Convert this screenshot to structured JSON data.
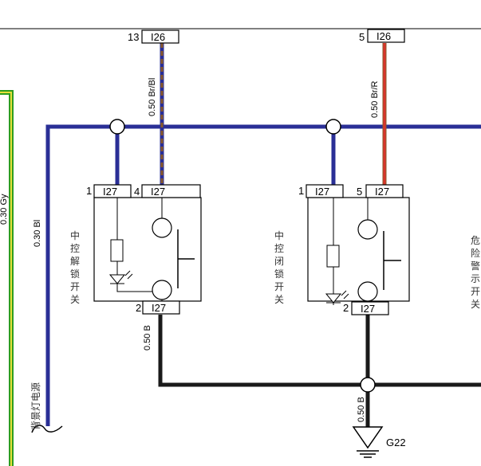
{
  "connectors": {
    "top_left": {
      "pin": "13",
      "code": "I26"
    },
    "top_right": {
      "pin": "5",
      "code": "I26"
    },
    "unlock_sw_pin1": {
      "pin": "1",
      "code": "I27"
    },
    "unlock_sw_pin4": {
      "pin": "4",
      "code": "I27"
    },
    "unlock_sw_pin2": {
      "pin": "2",
      "code": "I27"
    },
    "lock_sw_pin1": {
      "pin": "1",
      "code": "I27"
    },
    "lock_sw_pin5": {
      "pin": "5",
      "code": "I27"
    },
    "lock_sw_pin2": {
      "pin": "2",
      "code": "I27"
    }
  },
  "wires": {
    "brbl": "0.50 Br/Bl",
    "brr": "0.50 Br/R",
    "bl_main": "0.30  Bl",
    "gy_left": "0.30  Gy",
    "b_left": "0.50 B",
    "b_ground": "0.50 B"
  },
  "components": {
    "unlock_switch": [
      "中",
      "控",
      "解",
      "锁",
      "开",
      "关"
    ],
    "lock_switch": [
      "中",
      "控",
      "闭",
      "锁",
      "开",
      "关"
    ],
    "hazard_switch": [
      "危",
      "险",
      "警",
      "示",
      "开",
      "关"
    ],
    "backlight_power": "背景灯电源"
  },
  "ground": {
    "label": "G22"
  },
  "colors": {
    "blue_wire": "#2a2f96",
    "green_wire": "#2e9d1f",
    "yellow_wire": "#e6e03a",
    "black_wire": "#1a1a1a",
    "brown_wire": "#8a5a2b",
    "red_wire": "#d9342b"
  }
}
